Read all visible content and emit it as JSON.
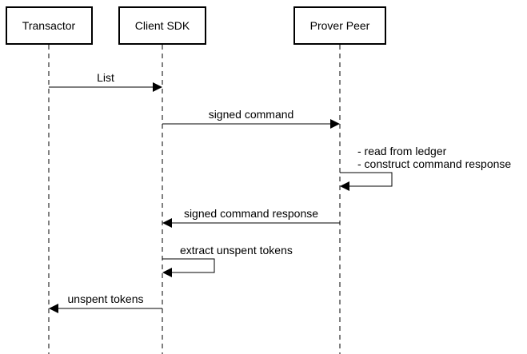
{
  "participants": [
    {
      "id": "transactor",
      "label": "Transactor"
    },
    {
      "id": "client-sdk",
      "label": "Client SDK"
    },
    {
      "id": "prover-peer",
      "label": "Prover Peer"
    }
  ],
  "messages": [
    {
      "id": "list",
      "from": "transactor",
      "to": "client-sdk",
      "lines": [
        "List"
      ]
    },
    {
      "id": "signed-command",
      "from": "client-sdk",
      "to": "prover-peer",
      "lines": [
        "signed command"
      ]
    },
    {
      "id": "read-construct",
      "from": "prover-peer",
      "to": "prover-peer",
      "lines": [
        "- read from ledger",
        "- construct command response"
      ]
    },
    {
      "id": "signed-command-response",
      "from": "prover-peer",
      "to": "client-sdk",
      "lines": [
        "signed command response"
      ]
    },
    {
      "id": "extract-unspent-tokens",
      "from": "client-sdk",
      "to": "client-sdk",
      "lines": [
        "extract unspent tokens"
      ]
    },
    {
      "id": "unspent-tokens",
      "from": "client-sdk",
      "to": "transactor",
      "lines": [
        "unspent tokens"
      ]
    }
  ]
}
